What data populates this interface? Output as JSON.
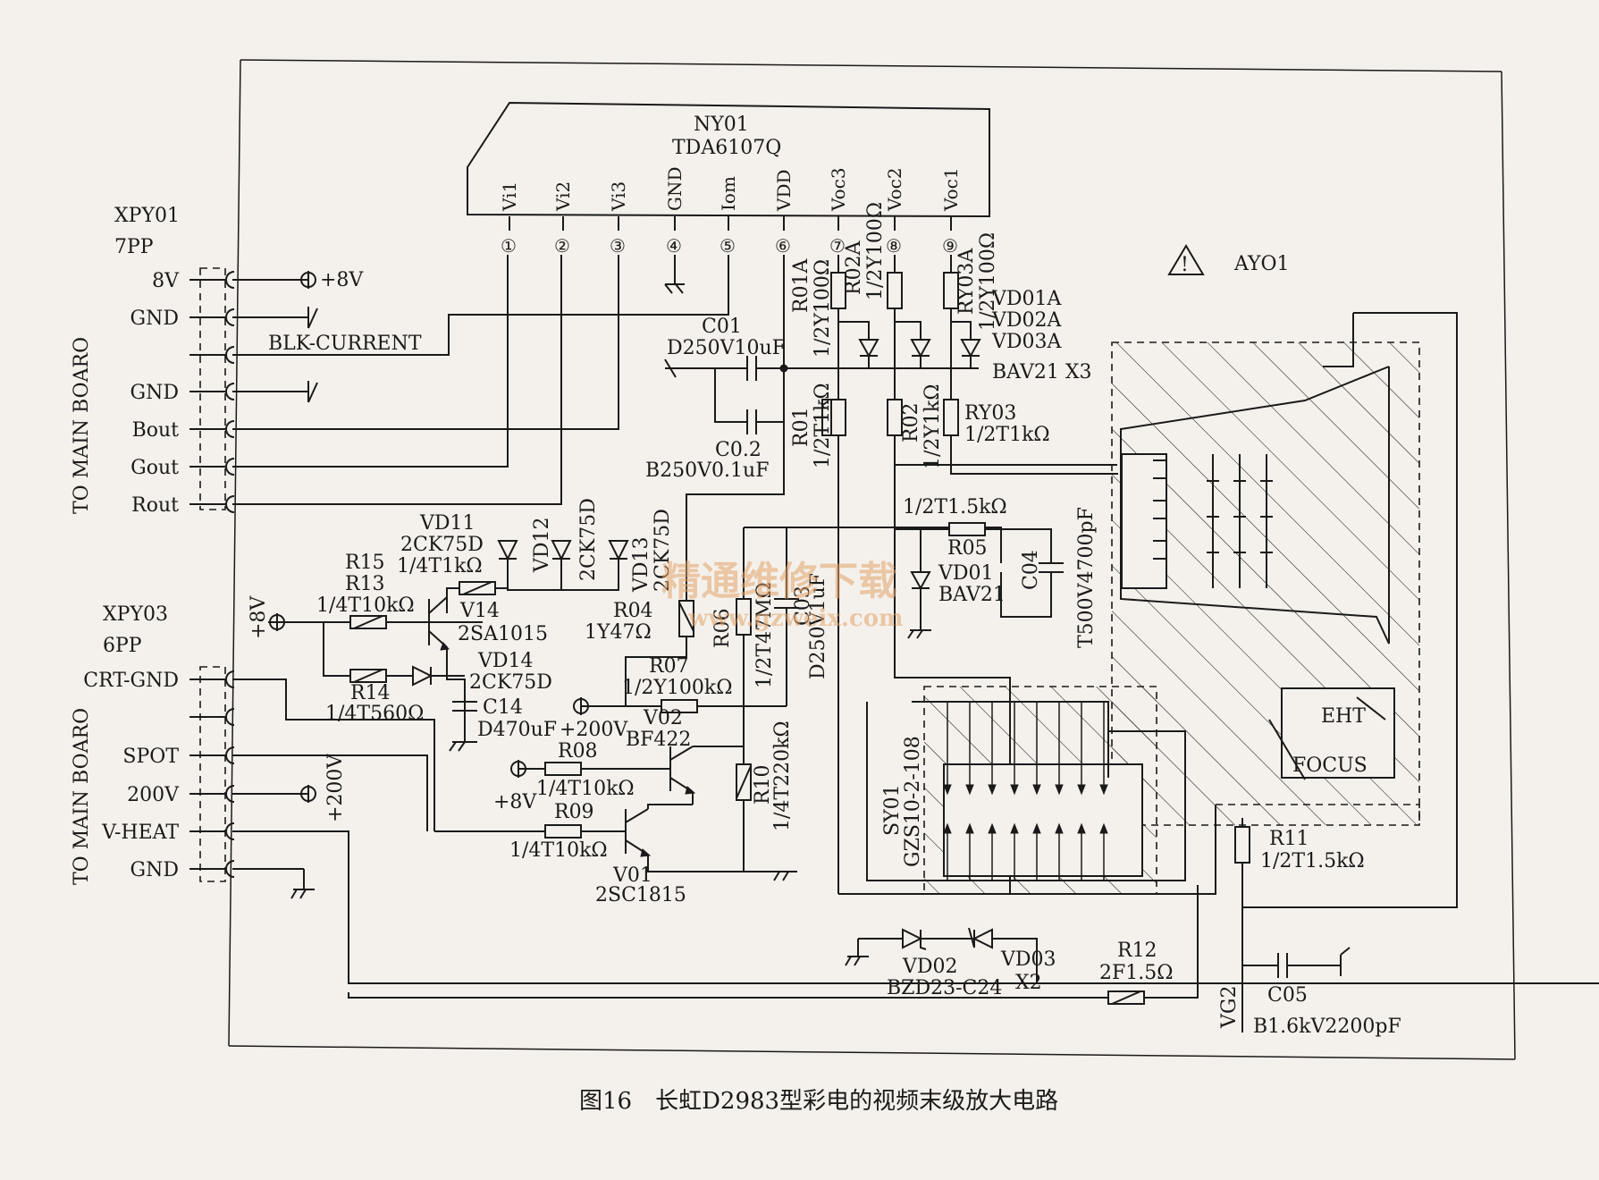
{
  "caption": "图16　长虹D2983型彩电的视频末级放大电路",
  "ic": {
    "ref": "NY01",
    "part": "TDA6107Q",
    "pins": [
      {
        "name": "Vi1",
        "num": "①"
      },
      {
        "name": "Vi2",
        "num": "②"
      },
      {
        "name": "Vi3",
        "num": "③"
      },
      {
        "name": "GND",
        "num": "④"
      },
      {
        "name": "Iom",
        "num": "⑤"
      },
      {
        "name": "VDD",
        "num": "⑥"
      },
      {
        "name": "Voc3",
        "num": "⑦"
      },
      {
        "name": "Voc2",
        "num": "⑧"
      },
      {
        "name": "Voc1",
        "num": "⑨"
      }
    ]
  },
  "board": {
    "warning_symbol": "!",
    "ref": "AYO1"
  },
  "connector_xpy01": {
    "ref": "XPY01",
    "type": "7PP",
    "side_label": "TO MAIN BOARO",
    "pins": [
      "8V",
      "GND",
      "",
      "GND",
      "Bout",
      "Gout",
      "Rout"
    ]
  },
  "connector_xpy03": {
    "ref": "XPY03",
    "type": "6PP",
    "side_label": "TO MAIN BOARO",
    "pins": [
      "CRT-GND",
      "",
      "SPOT",
      "200V",
      "V-HEAT",
      "GND"
    ]
  },
  "nets": {
    "plus8v": "+8V",
    "blk_current": "BLK-CURRENT",
    "plus200v": "+200V",
    "plus200v_vertical": "+200V",
    "plus8v_vertical": "+8V",
    "plus8v_v02": "+8V"
  },
  "components": {
    "c01_ref": "C01",
    "c01_val": "D250V10uF",
    "c02_ref": "C0.2",
    "c02_val": "B250V0.1uF",
    "r01a": "R01A",
    "r01a_val": "1/2Y100Ω",
    "r02a": "R02A",
    "r02a_val": "1/2Y100Ω",
    "ry03a": "RY03A",
    "ry03a_val": "1/2Y100Ω",
    "vd01a": "VD01A",
    "vd02a": "VD02A",
    "vd03a": "VD03A",
    "bav21x3": "BAV21 X3",
    "r01": "R01",
    "r01_val": "1/2T1kΩ",
    "r02": "R02",
    "r02_val": "1/2Y1kΩ",
    "ry03": "RY03",
    "ry03_val": "1/2T1kΩ",
    "vd11": "VD11",
    "vd11_val": "2CK75D",
    "vd12": "VD12",
    "vd12_val": "2CK75D",
    "vd13": "VD13",
    "vd13_val": "2CK75D",
    "r15": "R15",
    "r15_val": "1/4T1kΩ",
    "r13": "R13",
    "r13_val": "1/4T10kΩ",
    "v14": "V14",
    "v14_val": "2SA1015",
    "r14": "R14",
    "r14_val": "1/4T560Ω",
    "vd14": "VD14",
    "vd14_val": "2CK75D",
    "c14": "C14",
    "c14_val": "D470uF",
    "r04": "R04",
    "r04_val": "1Y47Ω",
    "r07": "R07",
    "r07_val": "1/2Y100kΩ",
    "r06": "R06",
    "r06_val": "1/2T47MΩ",
    "c03": "C03",
    "c03_val": "D250V1uF",
    "r05_val": "1/2T1.5kΩ",
    "r05": "R05",
    "vd01": "VD01",
    "vd01_val": "BAV21",
    "c04": "C04",
    "c04_val": "T500V4700pF",
    "v02": "V02",
    "v02_val": "BF422",
    "r08": "R08",
    "r08_val": "1/4T10kΩ",
    "r09": "R09",
    "r09_val": "1/4T10kΩ",
    "v01": "V01",
    "v01_val": "2SC1815",
    "r10": "R10",
    "r10_val": "1/4T220kΩ",
    "sy01": "SY01",
    "sy01_val": "GZS10-2-108",
    "eht": "EHT",
    "focus": "FOCUS",
    "r11": "R11",
    "r11_val": "1/2T1.5kΩ",
    "vd02": "VD02",
    "vd02_val": "BZD23-C24",
    "vd03": "VD03",
    "vd03_val": "X2",
    "r12": "R12",
    "r12_val": "2F1.5Ω",
    "vg2": "VG2",
    "c05": "C05",
    "c05_val": "B1.6kV2200pF"
  },
  "watermark": {
    "text": "精通维修下载",
    "url": "www.gzweix.com"
  }
}
